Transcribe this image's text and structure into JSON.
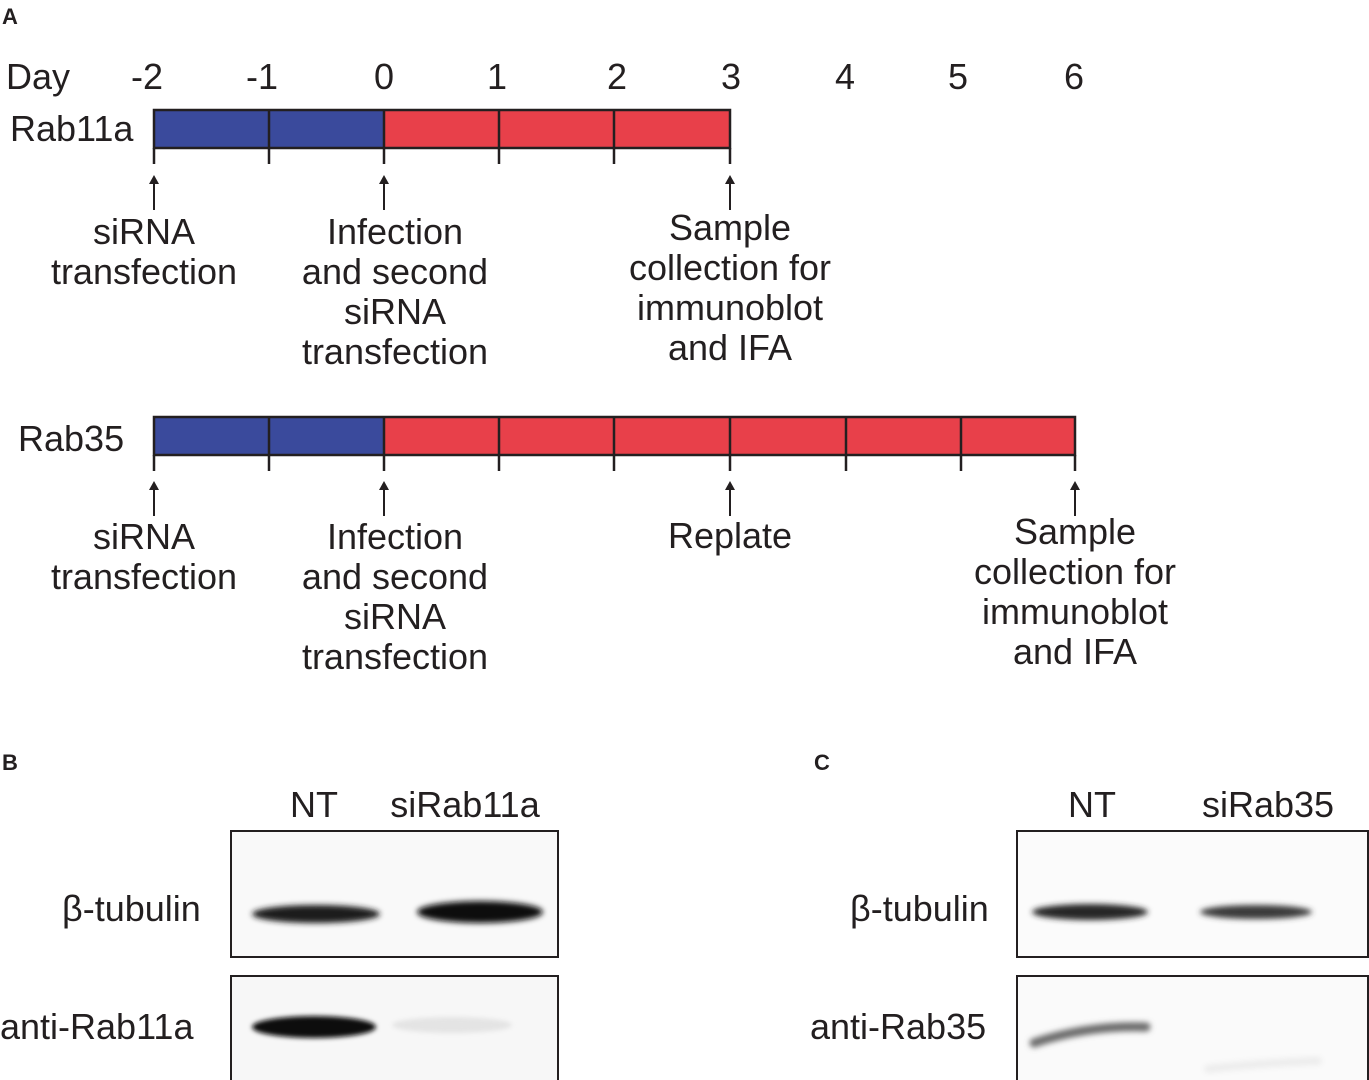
{
  "panel_a": {
    "letter": "A",
    "day_label": "Day",
    "days": [
      "-2",
      "-1",
      "0",
      "1",
      "2",
      "3",
      "4",
      "5",
      "6"
    ],
    "colors": {
      "sirna_phase": "#3a4a9c",
      "infection_phase": "#e8404a",
      "outline": "#231f20"
    },
    "rab11a": {
      "label": "Rab11a",
      "notes": [
        {
          "lines": [
            "siRNA",
            "transfection"
          ]
        },
        {
          "lines": [
            "Infection",
            "and second",
            "siRNA",
            "transfection"
          ]
        },
        {
          "lines": [
            "Sample",
            "collection for",
            "immunoblot",
            "and IFA"
          ]
        }
      ]
    },
    "rab35": {
      "label": "Rab35",
      "notes": [
        {
          "lines": [
            "siRNA",
            "transfection"
          ]
        },
        {
          "lines": [
            "Infection",
            "and second",
            "siRNA",
            "transfection"
          ]
        },
        {
          "lines": [
            "Replate"
          ]
        },
        {
          "lines": [
            "Sample",
            "collection for",
            "immunoblot",
            "and IFA"
          ]
        }
      ]
    }
  },
  "panel_b": {
    "letter": "B",
    "lanes": [
      "NT",
      "siRab11a"
    ],
    "rows": [
      "β-tubulin",
      "anti-Rab11a"
    ]
  },
  "panel_c": {
    "letter": "C",
    "lanes": [
      "NT",
      "siRab35"
    ],
    "rows": [
      "β-tubulin",
      "anti-Rab35"
    ]
  }
}
